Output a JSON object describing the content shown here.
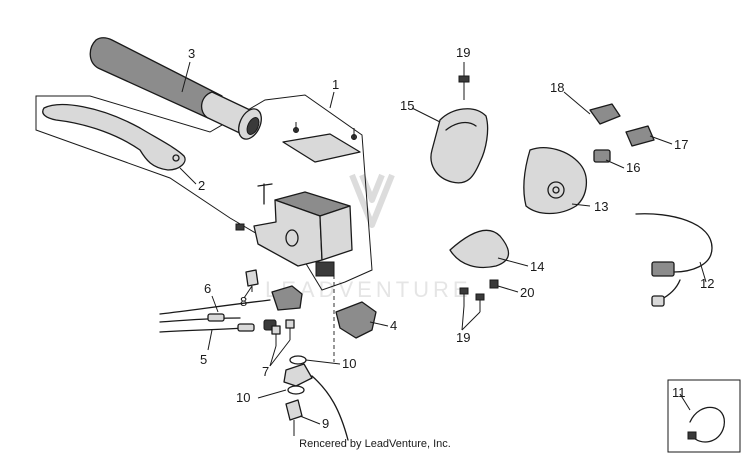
{
  "callouts": {
    "c1": "1",
    "c2": "2",
    "c3": "3",
    "c4": "4",
    "c5": "5",
    "c6": "6",
    "c7": "7",
    "c8": "8",
    "c9": "9",
    "c10a": "10",
    "c10b": "10",
    "c11": "11",
    "c12": "12",
    "c13": "13",
    "c14": "14",
    "c15": "15",
    "c16": "16",
    "c17": "17",
    "c18": "18",
    "c19a": "19",
    "c19b": "19",
    "c20": "20"
  },
  "watermark": "LEADVENTURE",
  "footer": "Rencered by LeadVenture, Inc."
}
